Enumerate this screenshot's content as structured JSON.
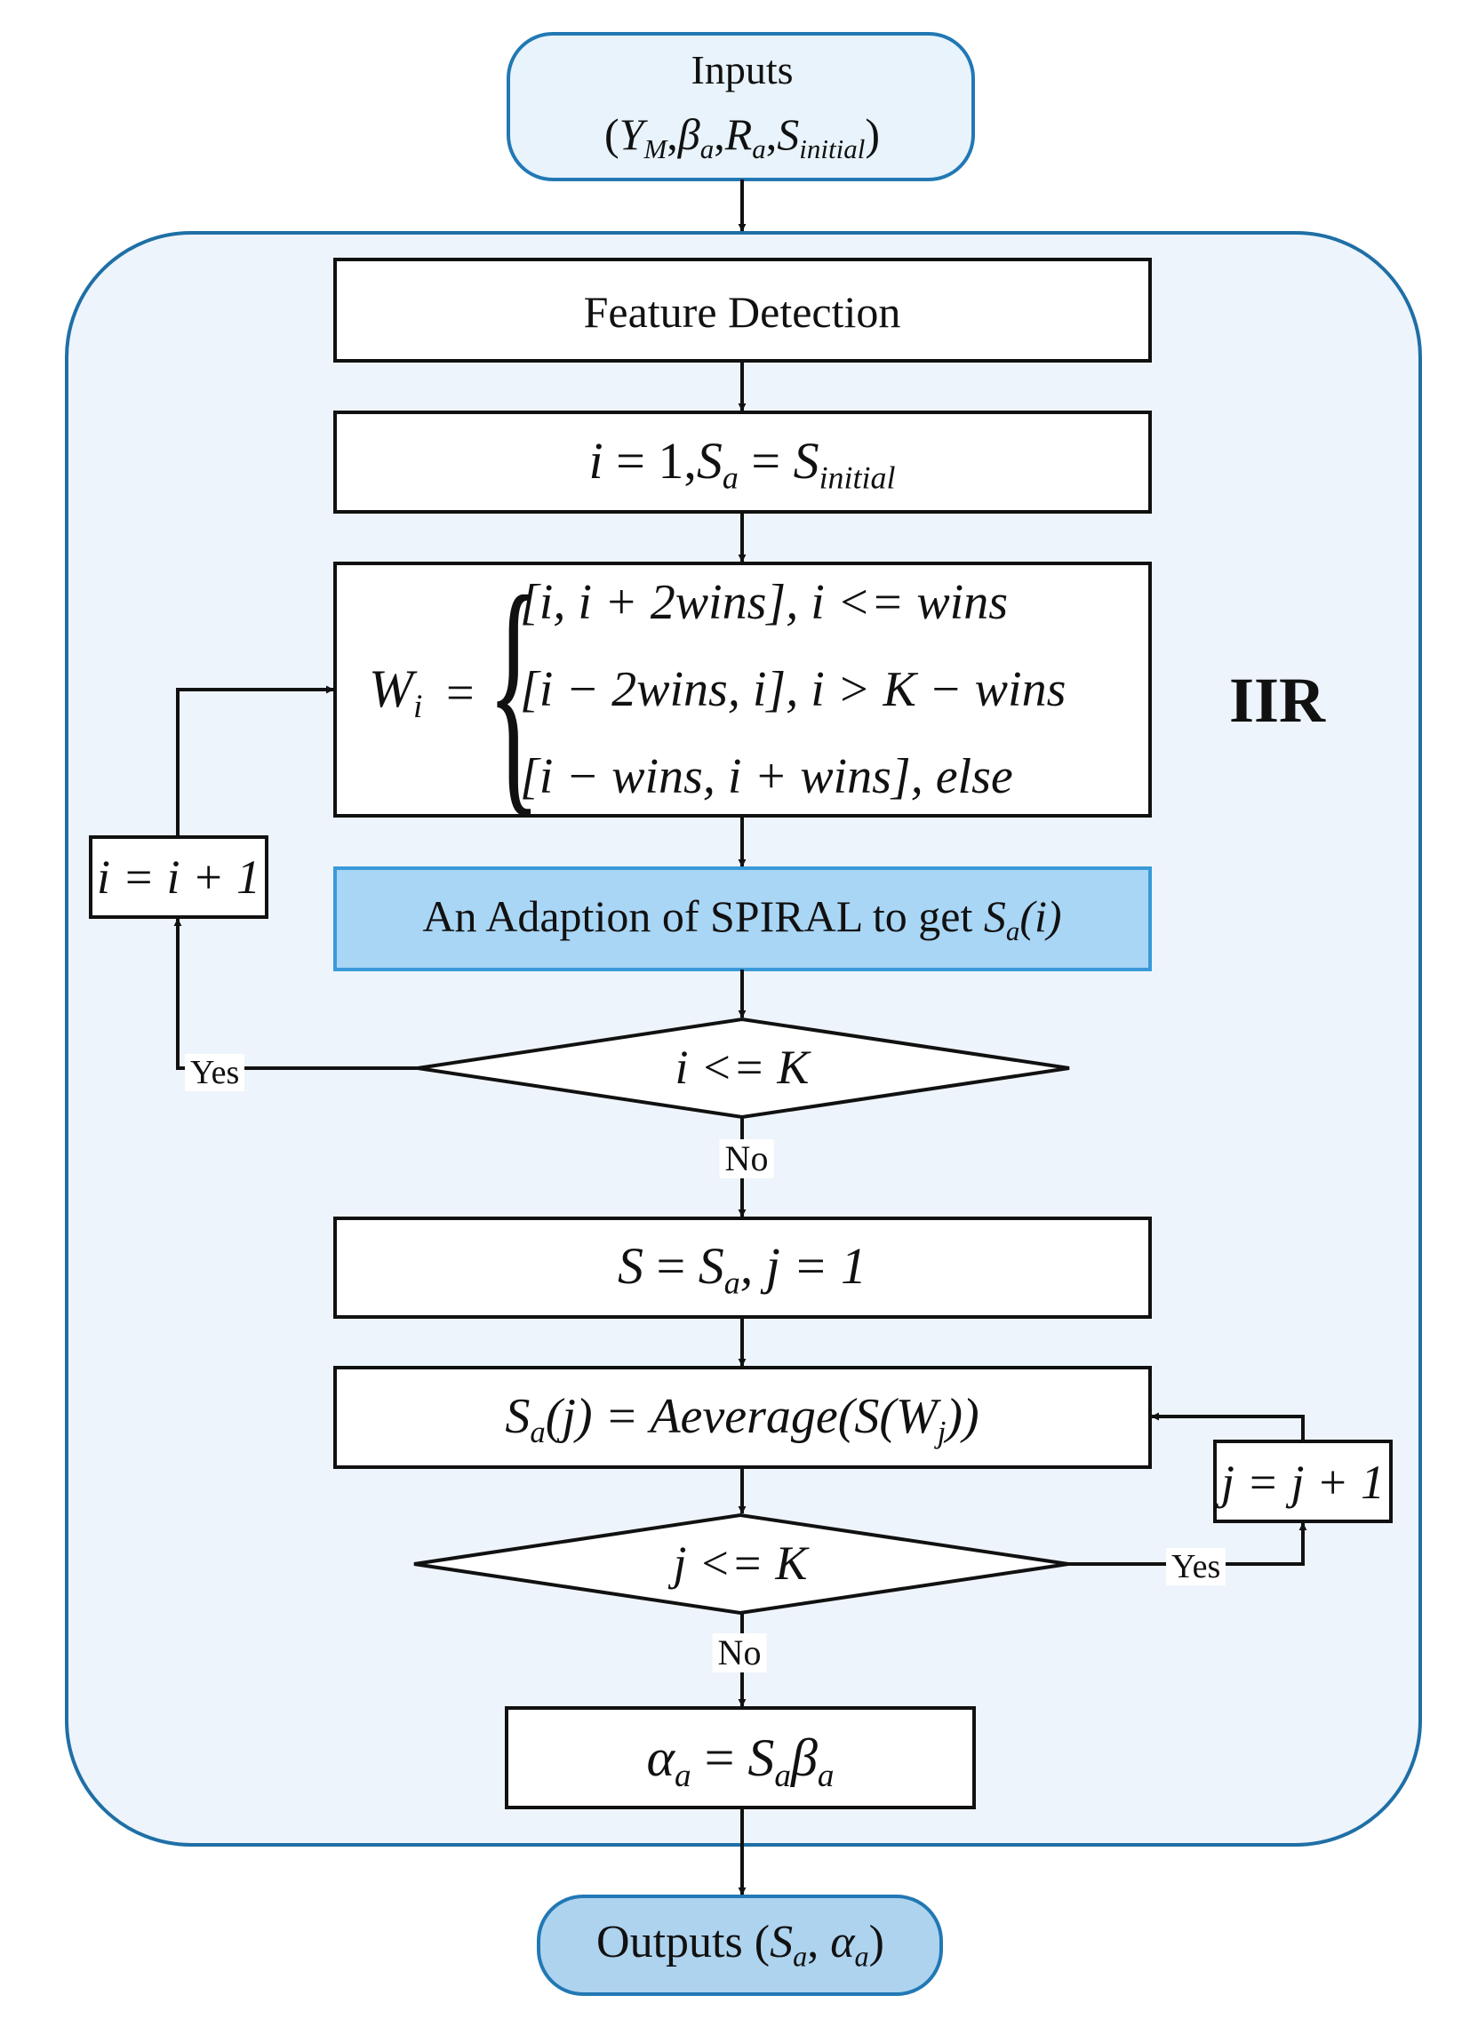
{
  "inputs": {
    "title": "Inputs",
    "paren_open": "(",
    "paren_close": ")",
    "y_sym": "Y",
    "y_sub": "M",
    "beta_sym": "β",
    "beta_sub": "a",
    "r_sym": "R",
    "r_sub": "a",
    "s_sym": "S",
    "s_sub": "initial",
    "sep": ","
  },
  "container": {
    "label": "IIR"
  },
  "feature_detection": {
    "label": "Feature Detection"
  },
  "init_step": {
    "i_var": "i",
    "eq_one": " = 1,",
    "sa_sym": "S",
    "sa_sub": "a",
    "eq": " = ",
    "sinit_sym": "S",
    "sinit_sub": "initial"
  },
  "window": {
    "w_sym": "W",
    "w_sub": "i",
    "eq": "=",
    "brace": "{",
    "case1": "[i, i + 2wins], i <= wins",
    "case2": "[i − 2wins, i], i > K − wins",
    "case3": "[i − wins, i + wins], else"
  },
  "increment_i": {
    "label": "i = i + 1"
  },
  "spiral": {
    "label": "An Adaption of SPIRAL to get ",
    "sym": "S",
    "sub": "a",
    "arg": "(i)"
  },
  "decision_i": {
    "label": "i <= K"
  },
  "yes_i": "Yes",
  "no_i": "No",
  "assign_s": {
    "s_sym": "S",
    "eq": " = ",
    "sa_sym": "S",
    "sa_sub": "a",
    "rest": ", j = 1"
  },
  "average": {
    "sa_sym": "S",
    "sa_sub": "a",
    "lhs_arg": "(j) = ",
    "fn": "Aeverage(S(W",
    "w_sub": "j",
    "close": "))"
  },
  "increment_j": {
    "label": "j = j + 1"
  },
  "decision_j": {
    "label": "j <= K"
  },
  "yes_j": "Yes",
  "no_j": "No",
  "alpha_step": {
    "alpha_sym": "α",
    "alpha_sub": "a",
    "eq": " = ",
    "s_sym": "S",
    "s_sub": "a",
    "beta_sym": "β",
    "beta_sub": "a"
  },
  "outputs": {
    "title": "Outputs ",
    "paren_open": "(",
    "s_sym": "S",
    "s_sub": "a",
    "sep": ", ",
    "alpha_sym": "α",
    "alpha_sub": "a",
    "paren_close": ")"
  },
  "colors": {
    "container_fill": "#eef4fb",
    "container_border": "#1f6fa6",
    "terminal_fill": "#e8f3fb",
    "terminal_border": "#2178b4",
    "output_fill": "#aed3ef",
    "spiral_fill": "#a9d6f5",
    "spiral_border": "#3a9ad9",
    "box_border": "#111111"
  }
}
